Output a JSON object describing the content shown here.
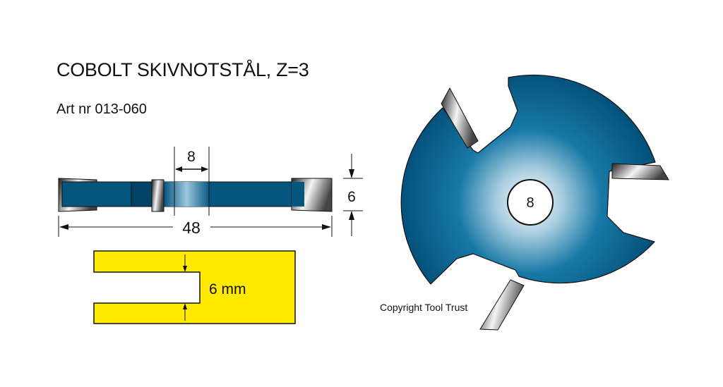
{
  "header": {
    "title": "COBOLT SKIVNOTSTÅL, Z=3",
    "article": "Art nr 013-060"
  },
  "side_view": {
    "bore_dim": "8",
    "thickness_dim": "6",
    "diameter_dim": "48"
  },
  "workpiece": {
    "groove_label": "6 mm"
  },
  "face_view": {
    "hole_label": "8",
    "copyright": "Copyright Tool Trust"
  },
  "colors": {
    "steel_blue": "#05567f",
    "workpiece_yellow": "#ffea00"
  }
}
